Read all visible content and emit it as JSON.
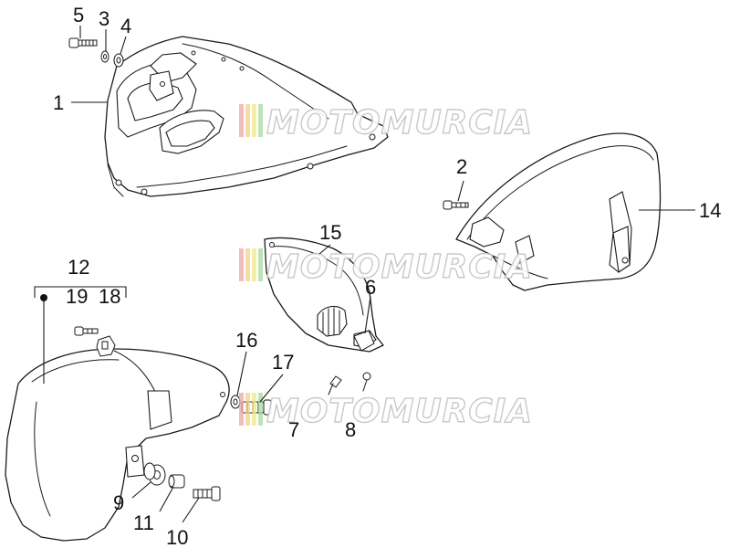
{
  "diagram": {
    "watermark": {
      "text": "MOTOMURCIA",
      "stripe_colors": [
        "#f2a6a6",
        "#f5d08a",
        "#f2e88a",
        "#a8d8a0"
      ]
    },
    "callouts": {
      "c1": "1",
      "c2": "2",
      "c3": "3",
      "c4": "4",
      "c5": "5",
      "c6": "6",
      "c7": "7",
      "c8": "8",
      "c9": "9",
      "c10": "10",
      "c11": "11",
      "c12": "12",
      "c14": "14",
      "c15": "15",
      "c16": "16",
      "c17": "17",
      "c18": "18",
      "c19": "19"
    },
    "colors": {
      "line": "#1a1a1a",
      "background": "#ffffff"
    }
  }
}
